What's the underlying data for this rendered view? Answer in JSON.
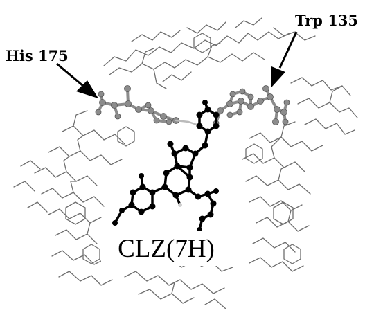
{
  "labels": {
    "residue_left": "His 175",
    "residue_right": "Trp 135",
    "ligand": "CLZ(7H)"
  },
  "colors": {
    "background": "#ffffff",
    "protein_wire": "#6e6e6e",
    "ligand_atoms": "#000000",
    "residue_atoms": "#8c8c8c",
    "arrow": "#000000"
  }
}
